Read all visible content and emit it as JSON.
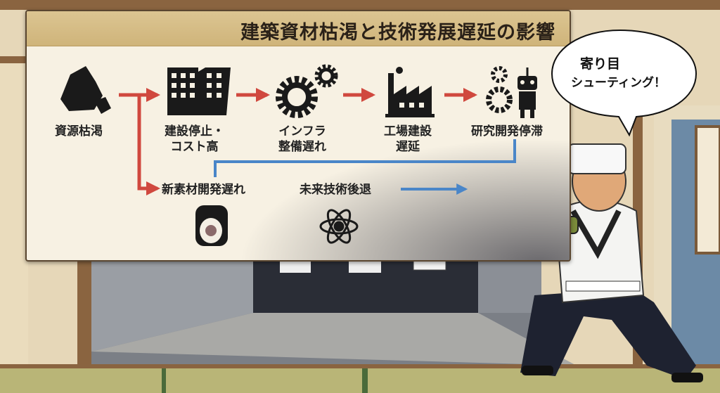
{
  "title": "建築資材枯渇と技術発展遅延の影響",
  "nodes": [
    {
      "label": "資源枯渇",
      "icon": "coal-rock-icon"
    },
    {
      "label_line1": "建設停止・",
      "label_line2": "コスト高",
      "icon": "broken-building-icon"
    },
    {
      "label_line1": "インフラ",
      "label_line2": "整備遅れ",
      "icon": "gears-icon"
    },
    {
      "label_line1": "工場建設",
      "label_line2": "遅延",
      "icon": "factory-icon"
    },
    {
      "label": "研究開発停滞",
      "icon": "robot-gears-icon"
    },
    {
      "label": "新素材開発遅れ",
      "icon": "sushi-roll-icon"
    },
    {
      "label": "未来技術後退",
      "icon": "atom-icon"
    }
  ],
  "colors": {
    "flow_arrow": "#d0483e",
    "feedback_arrow": "#4a86c8",
    "title_bar": "#d6bd86"
  },
  "speech_bubble": {
    "line1": "寄り目",
    "line2": "シューティング！"
  }
}
